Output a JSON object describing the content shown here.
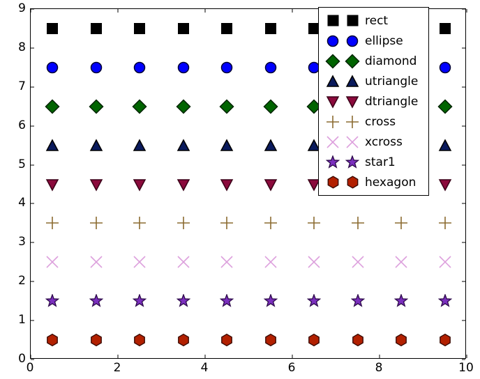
{
  "chart_data": {
    "type": "scatter",
    "title": "",
    "xlabel": "",
    "ylabel": "",
    "xlim": [
      0,
      10
    ],
    "ylim": [
      0,
      9
    ],
    "xticks": [
      0,
      2,
      4,
      6,
      8,
      10
    ],
    "yticks": [
      0,
      1,
      2,
      3,
      4,
      5,
      6,
      7,
      8,
      9
    ],
    "grid": false,
    "legend_position": "upper right",
    "legend_numpoints": 2,
    "x": [
      0.5,
      1.5,
      2.5,
      3.5,
      4.5,
      5.5,
      6.5,
      7.5,
      8.5,
      9.5
    ],
    "series": [
      {
        "name": "rect",
        "marker": "square",
        "y_constant": 8.5,
        "values": [
          8.5,
          8.5,
          8.5,
          8.5,
          8.5,
          8.5,
          8.5,
          8.5,
          8.5,
          8.5
        ],
        "color": "#000000",
        "edgecolor": "#000000",
        "size": 17
      },
      {
        "name": "ellipse",
        "marker": "circle",
        "y_constant": 7.5,
        "values": [
          7.5,
          7.5,
          7.5,
          7.5,
          7.5,
          7.5,
          7.5,
          7.5,
          7.5,
          7.5
        ],
        "color": "#0000ff",
        "edgecolor": "#000033",
        "size": 18
      },
      {
        "name": "diamond",
        "marker": "diamond",
        "y_constant": 6.5,
        "values": [
          6.5,
          6.5,
          6.5,
          6.5,
          6.5,
          6.5,
          6.5,
          6.5,
          6.5,
          6.5
        ],
        "color": "#006400",
        "edgecolor": "#002200",
        "size": 22
      },
      {
        "name": "utriangle",
        "marker": "triangle-up",
        "y_constant": 5.5,
        "values": [
          5.5,
          5.5,
          5.5,
          5.5,
          5.5,
          5.5,
          5.5,
          5.5,
          5.5,
          5.5
        ],
        "color": "#0a1a5c",
        "edgecolor": "#000000",
        "size": 20
      },
      {
        "name": "dtriangle",
        "marker": "triangle-down",
        "y_constant": 4.5,
        "values": [
          4.5,
          4.5,
          4.5,
          4.5,
          4.5,
          4.5,
          4.5,
          4.5,
          4.5,
          4.5
        ],
        "color": "#8b0a3c",
        "edgecolor": "#3a0018",
        "size": 20
      },
      {
        "name": "cross",
        "marker": "plus",
        "y_constant": 3.5,
        "values": [
          3.5,
          3.5,
          3.5,
          3.5,
          3.5,
          3.5,
          3.5,
          3.5,
          3.5,
          3.5
        ],
        "color": "#8b6b30",
        "edgecolor": "#8b6b30",
        "size": 20
      },
      {
        "name": "xcross",
        "marker": "x",
        "y_constant": 2.5,
        "values": [
          2.5,
          2.5,
          2.5,
          2.5,
          2.5,
          2.5,
          2.5,
          2.5,
          2.5,
          2.5
        ],
        "color": "#dda0dd",
        "edgecolor": "#dda0dd",
        "size": 20
      },
      {
        "name": "star1",
        "marker": "star",
        "y_constant": 1.5,
        "values": [
          1.5,
          1.5,
          1.5,
          1.5,
          1.5,
          1.5,
          1.5,
          1.5,
          1.5,
          1.5
        ],
        "color": "#7b2fbe",
        "edgecolor": "#2d0a4a",
        "size": 20
      },
      {
        "name": "hexagon",
        "marker": "hexagon",
        "y_constant": 0.5,
        "values": [
          0.5,
          0.5,
          0.5,
          0.5,
          0.5,
          0.5,
          0.5,
          0.5,
          0.5,
          0.5
        ],
        "color": "#b22000",
        "edgecolor": "#3a0a00",
        "size": 19
      }
    ]
  },
  "axis": {
    "x_tick_labels": [
      "0",
      "2",
      "4",
      "6",
      "8",
      "10"
    ],
    "y_tick_labels": [
      "0",
      "1",
      "2",
      "3",
      "4",
      "5",
      "6",
      "7",
      "8",
      "9"
    ]
  },
  "legend": {
    "entries": [
      "rect",
      "ellipse",
      "diamond",
      "utriangle",
      "dtriangle",
      "cross",
      "xcross",
      "star1",
      "hexagon"
    ]
  }
}
